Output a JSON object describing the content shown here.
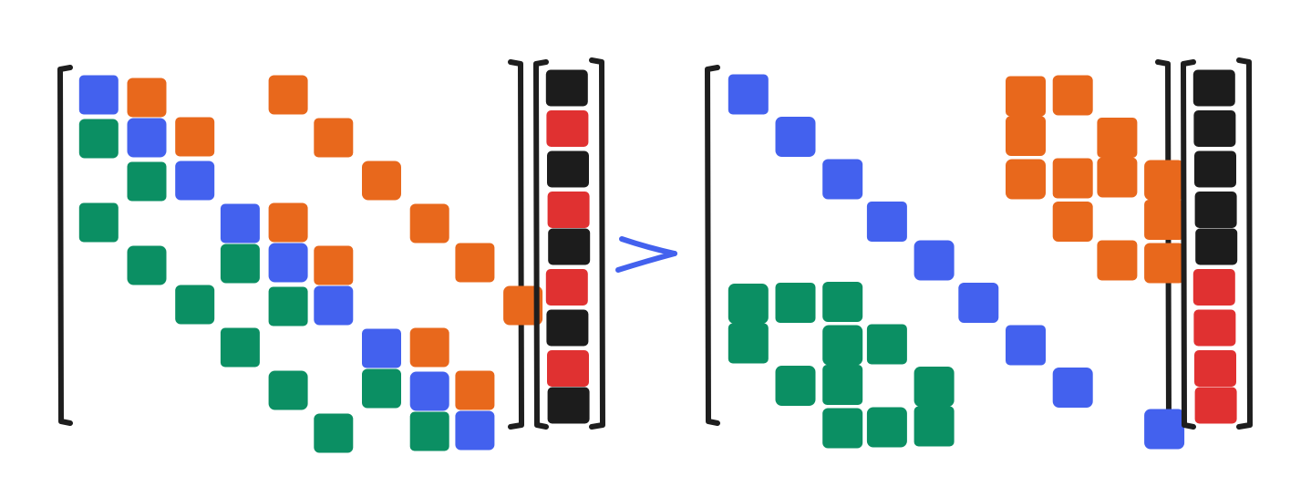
{
  "colors": {
    "blue": "#4361ee",
    "orange": "#e8681c",
    "green": "#0b8f63",
    "black": "#1c1c1c",
    "red": "#e03131",
    "ink": "#1e1e1e"
  },
  "left_matrix": {
    "rows": [
      [
        "blue",
        "orange",
        "",
        "",
        "orange",
        "",
        "",
        "",
        "",
        ""
      ],
      [
        "green",
        "blue",
        "orange",
        "",
        "",
        "orange",
        "",
        "",
        "",
        ""
      ],
      [
        "",
        "green",
        "blue",
        "",
        "",
        "",
        "orange",
        "",
        "",
        ""
      ],
      [
        "green",
        "",
        "",
        "blue",
        "orange",
        "",
        "",
        "orange",
        "",
        ""
      ],
      [
        "",
        "green",
        "",
        "green",
        "blue",
        "orange",
        "",
        "",
        "orange",
        ""
      ],
      [
        "",
        "",
        "green",
        "",
        "green",
        "blue",
        "",
        "",
        "",
        "orange"
      ],
      [
        "",
        "",
        "",
        "green",
        "",
        "",
        "blue",
        "orange",
        "",
        ""
      ],
      [
        "",
        "",
        "",
        "",
        "green",
        "",
        "green",
        "blue",
        "orange",
        ""
      ],
      [
        "",
        "",
        "",
        "",
        "",
        "green",
        "",
        "green",
        "blue",
        ""
      ]
    ]
  },
  "left_vector": [
    "black",
    "red",
    "black",
    "red",
    "black",
    "red",
    "black",
    "red",
    "black"
  ],
  "right_matrix": {
    "rows": [
      [
        "blue",
        "",
        "",
        "",
        "",
        "",
        "orange",
        "orange",
        "",
        ""
      ],
      [
        "",
        "blue",
        "",
        "",
        "",
        "",
        "orange",
        "",
        "orange",
        ""
      ],
      [
        "",
        "",
        "blue",
        "",
        "",
        "",
        "orange",
        "orange",
        "orange",
        "orange"
      ],
      [
        "",
        "",
        "",
        "blue",
        "",
        "",
        "",
        "orange",
        "",
        "orange"
      ],
      [
        "",
        "",
        "",
        "",
        "blue",
        "",
        "",
        "",
        "orange",
        "orange"
      ],
      [
        "green",
        "green",
        "green",
        "",
        "",
        "blue",
        "",
        "",
        "",
        ""
      ],
      [
        "green",
        "",
        "green",
        "green",
        "",
        "",
        "blue",
        "",
        "",
        ""
      ],
      [
        "",
        "green",
        "green",
        "",
        "green",
        "",
        "",
        "blue",
        "",
        ""
      ],
      [
        "",
        "",
        "green",
        "green",
        "green",
        "",
        "",
        "",
        "",
        "blue"
      ]
    ]
  },
  "right_vector": [
    "black",
    "black",
    "black",
    "black",
    "black",
    "red",
    "red",
    "red",
    "red"
  ],
  "arrow_color": "blue"
}
